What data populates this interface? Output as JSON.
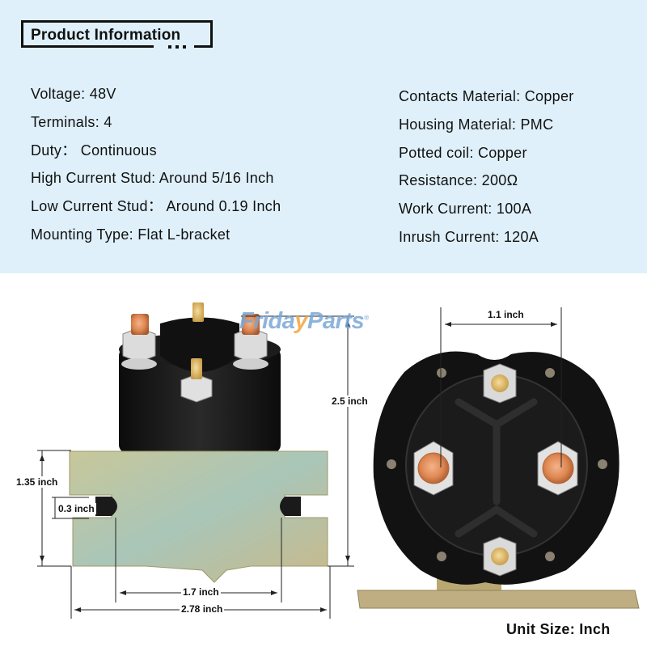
{
  "header": {
    "title": "Product Information"
  },
  "specs": {
    "left": [
      {
        "label": "Voltage: 48V"
      },
      {
        "label": "Terminals: 4"
      },
      {
        "label": "Duty： Continuous"
      },
      {
        "label": "High Current Stud: Around 5/16 Inch"
      },
      {
        "label": "Low Current Stud： Around 0.19 Inch"
      },
      {
        "label": "Mounting Type: Flat L-bracket"
      }
    ],
    "right": [
      {
        "label": "Contacts Material: Copper"
      },
      {
        "label": "Housing Material: PMC"
      },
      {
        "label": "Potted coil: Copper"
      },
      {
        "label": "Resistance: 200Ω"
      },
      {
        "label": "Work Current: 100A"
      },
      {
        "label": "Inrush Current: 120A"
      }
    ]
  },
  "watermark": {
    "part1": "Frida",
    "part2": "y",
    "part3": "Parts",
    "mark": "®"
  },
  "dimensions": {
    "height_total": "2.5 inch",
    "bracket_height": "1.35 inch",
    "slot_height": "0.3 inch",
    "slot_spacing": "1.7 inch",
    "bracket_width": "2.78 inch",
    "stud_spacing": "1.1 inch"
  },
  "footer": {
    "unit_size": "Unit Size: Inch"
  },
  "colors": {
    "band_bg": "#dff0fa",
    "solenoid_body": "#141414",
    "copper": "#d9834f",
    "bracket": "#b9c49a",
    "watermark_blue": "#7aa7d6",
    "watermark_orange": "#f0a640"
  }
}
